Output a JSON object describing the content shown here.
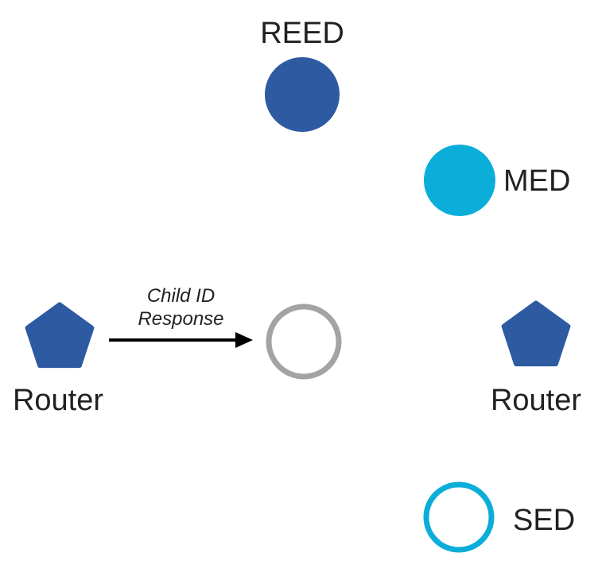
{
  "colors": {
    "background": "#ffffff",
    "label_text": "#212121"
  },
  "nodes": {
    "reed": {
      "label": "REED",
      "shape": "circle",
      "fill_style": "solid",
      "color": "#2e5aa2"
    },
    "med": {
      "label": "MED",
      "shape": "circle",
      "fill_style": "solid",
      "color": "#0aaed8"
    },
    "router_left": {
      "label": "Router",
      "shape": "pentagon",
      "fill_style": "solid",
      "color": "#2e5aa2"
    },
    "joining_child": {
      "shape": "circle",
      "fill_style": "outline",
      "color": "#a3a3a3"
    },
    "router_right": {
      "label": "Router",
      "shape": "pentagon",
      "fill_style": "solid",
      "color": "#2e5aa2"
    },
    "sed": {
      "label": "SED",
      "shape": "circle",
      "fill_style": "outline",
      "color": "#0aaed8"
    }
  },
  "edge": {
    "from": "router_left",
    "to": "joining_child",
    "label_line1": "Child ID",
    "label_line2": "Response",
    "color": "#000000"
  }
}
